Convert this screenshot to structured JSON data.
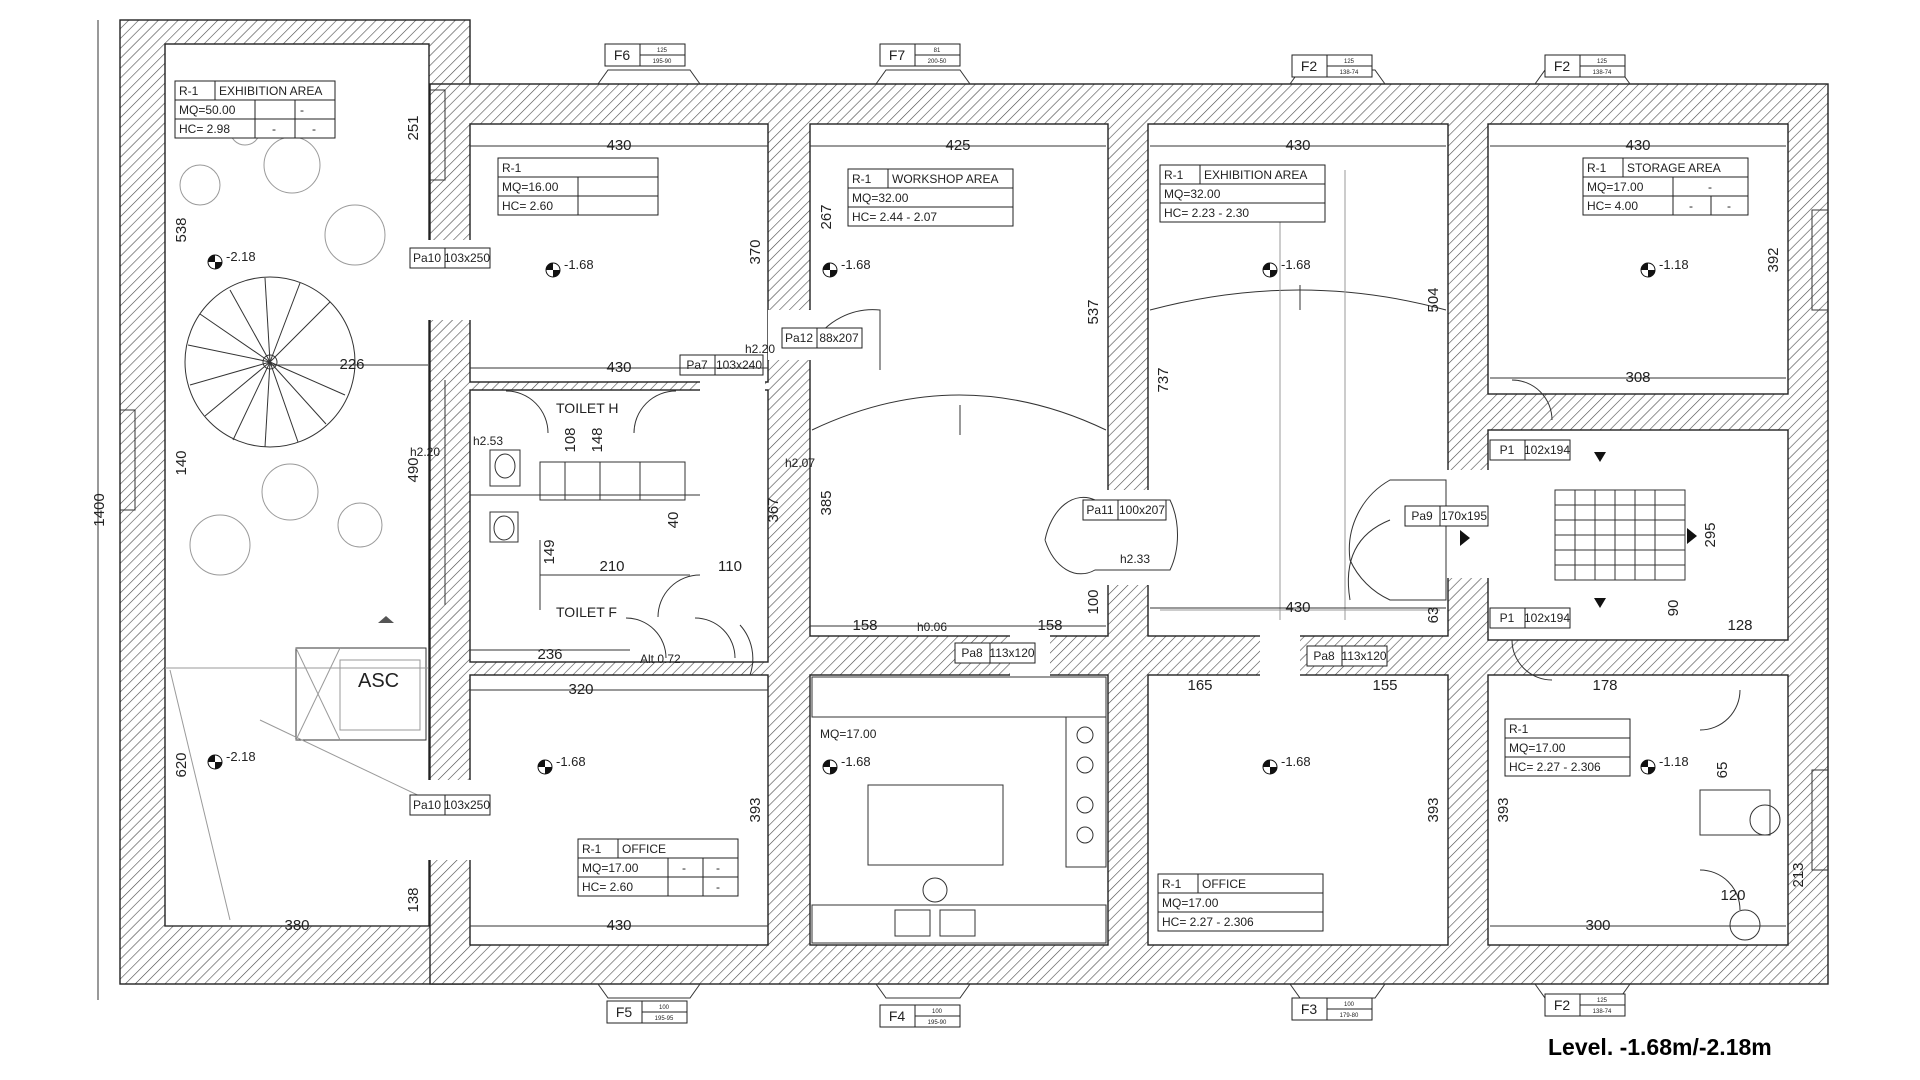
{
  "title": "Level. -1.68m/-2.18m",
  "windows": [
    {
      "code": "F6",
      "n1": "125",
      "n2": "195-90"
    },
    {
      "code": "F7",
      "n1": "81",
      "n2": "200-50"
    },
    {
      "code": "F2",
      "n1": "125",
      "n2": "138-74"
    },
    {
      "code": "F2",
      "n1": "125",
      "n2": "138-74"
    },
    {
      "code": "F5",
      "n1": "100",
      "n2": "195-95"
    },
    {
      "code": "F4",
      "n1": "100",
      "n2": "195-90"
    },
    {
      "code": "F3",
      "n1": "100",
      "n2": "179-80"
    },
    {
      "code": "F2",
      "n1": "125",
      "n2": "138-74"
    }
  ],
  "doors": [
    {
      "code": "Pa10",
      "size": "103x250"
    },
    {
      "code": "Pa10",
      "size": "103x250"
    },
    {
      "code": "Pa7",
      "size": "103x240"
    },
    {
      "code": "Pa12",
      "size": "88x207"
    },
    {
      "code": "Pa11",
      "size": "100x207"
    },
    {
      "code": "Pa9",
      "size": "170x195"
    },
    {
      "code": "P1",
      "size": "102x194"
    },
    {
      "code": "P1",
      "size": "102x194"
    },
    {
      "code": "Pa8",
      "size": "113x120"
    },
    {
      "code": "Pa8",
      "size": "113x120"
    }
  ],
  "rooms": [
    {
      "r": "R-1",
      "name": "EXHIBITION AREA",
      "mq": "MQ=50.00",
      "hc": "HC= 2.98",
      "c1": "-",
      "c2": "-",
      "c3": "-"
    },
    {
      "r": "R-1",
      "name": "",
      "mq": "MQ=16.00",
      "hc": "HC= 2.60",
      "c1": "",
      "c2": "",
      "c3": ""
    },
    {
      "r": "R-1",
      "name": "WORKSHOP AREA",
      "mq": "MQ=32.00",
      "hc": "HC= 2.44 - 2.07",
      "c1": "",
      "c2": "",
      "c3": ""
    },
    {
      "r": "R-1",
      "name": "EXHIBITION AREA",
      "mq": "MQ=32.00",
      "hc": "HC= 2.23 - 2.30",
      "c1": "",
      "c2": "",
      "c3": ""
    },
    {
      "r": "R-1",
      "name": "STORAGE AREA",
      "mq": "MQ=17.00",
      "hc": "HC= 4.00",
      "c1": "-",
      "c2": "-",
      "c3": "-"
    },
    {
      "r": "R-1",
      "name": "OFFICE",
      "mq": "MQ=17.00",
      "hc": "HC= 2.60",
      "c1": "-",
      "c2": "-",
      "c3": "-"
    },
    {
      "r": "R-1",
      "name": "OFFICE",
      "mq": "MQ=17.00",
      "hc": "HC= 2.27 - 2.306",
      "c1": "",
      "c2": "",
      "c3": ""
    },
    {
      "r": "R-1",
      "name": "",
      "mq": "MQ=17.00",
      "hc": "HC= 2.27 - 2.306",
      "c1": "",
      "c2": "",
      "c3": ""
    }
  ],
  "kitchen_mq": "MQ=17.00",
  "room_labels": {
    "toilet_h": "TOILET H",
    "toilet_f": "TOILET F",
    "asc": "ASC",
    "alt": "Alt 0.72"
  },
  "elevations": [
    "-2.18",
    "-2.18",
    "-1.68",
    "-1.68",
    "-1.68",
    "-1.18",
    "-1.68",
    "-1.68",
    "-1.68",
    "-1.18"
  ],
  "heights": [
    "h2.20",
    "h2.20",
    "h2.53",
    "h2.07",
    "h2.33",
    "h0.06"
  ],
  "dims_h": [
    "430",
    "425",
    "430",
    "430",
    "226",
    "430",
    "308",
    "210",
    "110",
    "236",
    "320",
    "158",
    "158",
    "430",
    "128",
    "165",
    "155",
    "178",
    "380",
    "430",
    "300",
    "120"
  ],
  "dims_v": [
    "251",
    "538",
    "370",
    "267",
    "537",
    "504",
    "392",
    "140",
    "490",
    "108",
    "148",
    "40",
    "149",
    "367",
    "385",
    "737",
    "295",
    "100",
    "63",
    "90",
    "620",
    "138",
    "393",
    "393",
    "393",
    "213",
    "65",
    "1400"
  ]
}
